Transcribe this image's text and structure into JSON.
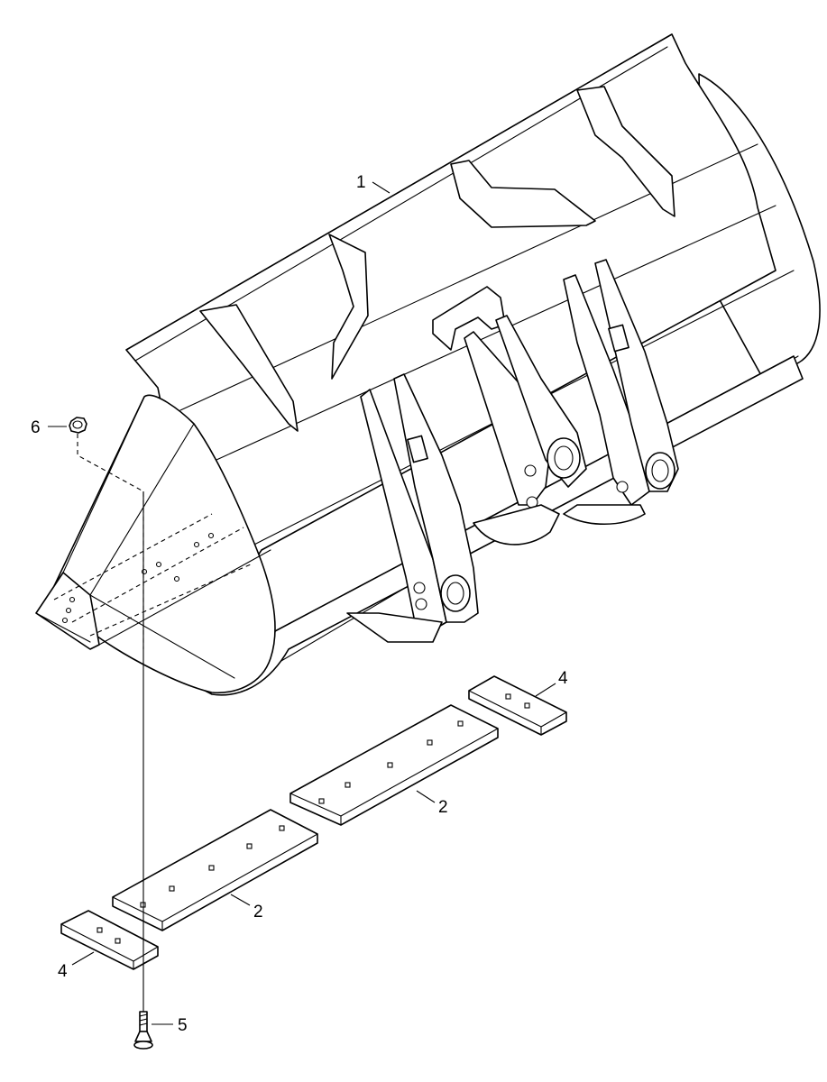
{
  "diagram": {
    "callouts": [
      {
        "id": "1",
        "text": "1"
      },
      {
        "id": "2a",
        "text": "2"
      },
      {
        "id": "2b",
        "text": "2"
      },
      {
        "id": "4a",
        "text": "4"
      },
      {
        "id": "4b",
        "text": "4"
      },
      {
        "id": "5",
        "text": "5"
      },
      {
        "id": "6",
        "text": "6"
      }
    ]
  }
}
